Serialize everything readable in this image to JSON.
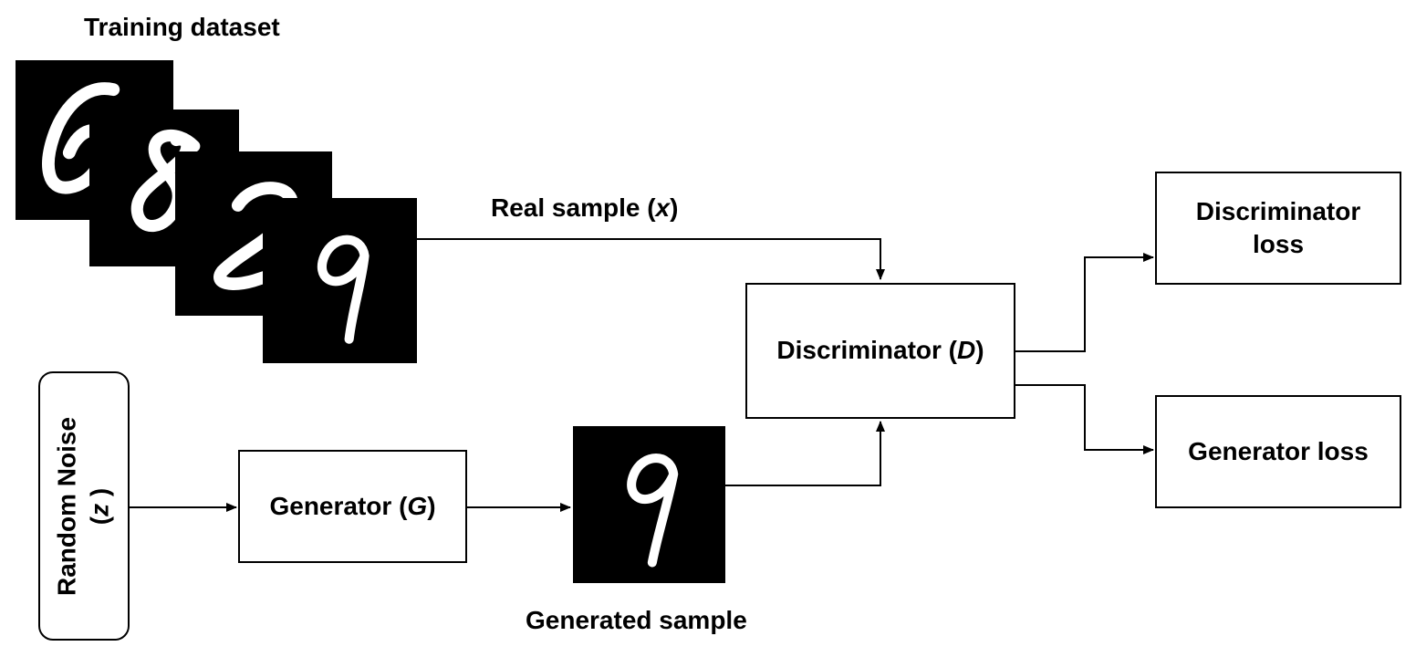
{
  "training_dataset_label": "Training dataset",
  "real_sample": {
    "prefix": "Real sample (",
    "symbol": "x",
    "suffix": ")"
  },
  "generated_sample_label": "Generated sample",
  "random_noise": {
    "line1": "Random Noise",
    "prefix": "(",
    "symbol": "z",
    "suffix": " )"
  },
  "generator": {
    "prefix": "Generator (",
    "symbol": "G",
    "suffix": ")"
  },
  "discriminator": {
    "prefix": "Discriminator (",
    "symbol": "D",
    "suffix": ")"
  },
  "discriminator_loss": {
    "line1": "Discriminator",
    "line2": "loss"
  },
  "generator_loss": "Generator loss",
  "dataset_digits": [
    "6",
    "8",
    "2",
    "9"
  ],
  "generated_digit": "9",
  "colors": {
    "line": "#000000",
    "image_background": "#000000",
    "digit_stroke": "#ffffff"
  }
}
